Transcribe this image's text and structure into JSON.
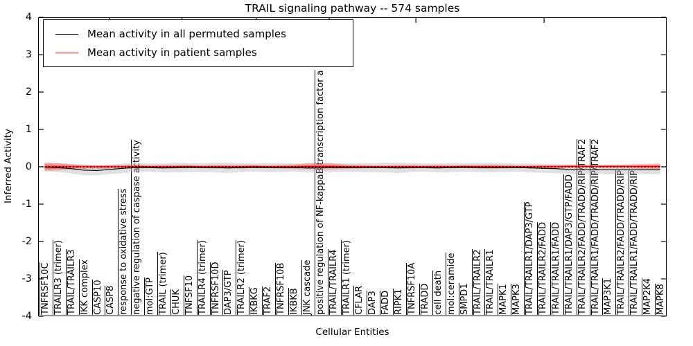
{
  "title": "TRAIL signaling pathway -- 574 samples",
  "axes": {
    "ylabel": "Inferred Activity",
    "xlabel": "Cellular Entities",
    "ytick_labels": [
      "4",
      "3",
      "2",
      "1",
      "0",
      "-1",
      "-2",
      "-3",
      "-4"
    ],
    "ytick_values": [
      4,
      3,
      2,
      1,
      0,
      -1,
      -2,
      -3,
      -4
    ],
    "ylim": [
      -4,
      4
    ],
    "top_tick_fracs": [
      0.114,
      0.229,
      0.347,
      0.463,
      0.601,
      0.805
    ]
  },
  "legend": {
    "items": [
      {
        "label": "Mean activity in all permuted samples",
        "color": "#000000"
      },
      {
        "label": "Mean activity in patient samples",
        "color": "#ff0000"
      }
    ]
  },
  "style": {
    "band_gray": "#bbbbbb",
    "band_gray_opacity": 0.45,
    "band_red": "#ff2a2a",
    "band_red_outer_opacity": 0.28,
    "band_red_inner_opacity": 0.45,
    "line_black": "#000000",
    "line_red": "#ff0000",
    "zero_line_color": "#000000"
  },
  "chart_data": {
    "type": "line",
    "title": "TRAIL signaling pathway -- 574 samples",
    "xlabel": "Cellular Entities",
    "ylabel": "Inferred Activity",
    "ylim": [
      -4,
      4
    ],
    "grid": false,
    "legend_position": "upper left",
    "zero_reference_line": 0,
    "categories": [
      "TNFRSF10C",
      "TRAILR3 (trimer)",
      "TRAIL/TRAILR3",
      "IKK complex",
      "CASP10",
      "CASP8",
      "response to oxidative stress",
      "negative regulation of caspase activity",
      "mol:GTP",
      "TRAIL (trimer)",
      "CHUK",
      "TNFSF10",
      "TRAILR4 (trimer)",
      "TNFRSF10D",
      "DAP3/GTP",
      "TRAILR2 (trimer)",
      "IKBKG",
      "TRAF2",
      "TNFRSF10B",
      "IKBKB",
      "JNK cascade",
      "positive regulation of NF-kappaB transcription factor a",
      "TRAIL/TRAILR4",
      "TRAILR1 (trimer)",
      "CFLAR",
      "DAP3",
      "FADD",
      "RIPK1",
      "TNFRSF10A",
      "TRADD",
      "cell death",
      "mol:ceramide",
      "SMPD1",
      "TRAIL/TRAILR2",
      "TRAIL/TRAILR1",
      "MAPK1",
      "MAPK3",
      "TRAIL/TRAILR1/DAP3/GTP",
      "TRAIL/TRAILR2/FADD",
      "TRAIL/TRAILR1/FADD",
      "TRAIL/TRAILR1/DAP3/GTP/FADD",
      "TRAIL/TRAILR2/FADD/TRADD/RIP/TRAF2",
      "TRAIL/TRAILR1/FADD/TRADD/RIP/TRAF2",
      "MAP3K1",
      "TRAIL/TRAILR2/FADD/TRADD/RIP",
      "TRAIL/TRAILR1/FADD/TRADD/RIP",
      "MAP2K4",
      "MAPK8"
    ],
    "series": [
      {
        "name": "Mean activity in all permuted samples",
        "color": "#000000",
        "values": [
          -0.01,
          -0.02,
          -0.05,
          -0.09,
          -0.1,
          -0.07,
          -0.04,
          -0.02,
          -0.02,
          -0.03,
          -0.02,
          -0.02,
          -0.02,
          -0.02,
          -0.03,
          -0.02,
          -0.02,
          -0.02,
          -0.02,
          -0.02,
          -0.03,
          -0.03,
          -0.02,
          -0.02,
          -0.02,
          -0.02,
          -0.02,
          -0.03,
          -0.02,
          -0.02,
          -0.03,
          -0.02,
          -0.02,
          -0.02,
          -0.02,
          -0.02,
          -0.02,
          -0.03,
          -0.04,
          -0.05,
          -0.07,
          -0.08,
          -0.08,
          -0.08,
          -0.08,
          -0.08,
          -0.08,
          -0.08
        ],
        "band_halfwidth": [
          0.1,
          0.12,
          0.13,
          0.14,
          0.13,
          0.12,
          0.13,
          0.12,
          0.11,
          0.12,
          0.13,
          0.12,
          0.12,
          0.13,
          0.14,
          0.12,
          0.11,
          0.12,
          0.12,
          0.11,
          0.12,
          0.13,
          0.12,
          0.11,
          0.12,
          0.12,
          0.13,
          0.14,
          0.12,
          0.11,
          0.12,
          0.12,
          0.11,
          0.12,
          0.13,
          0.12,
          0.11,
          0.12,
          0.12,
          0.12,
          0.12,
          0.12,
          0.11,
          0.12,
          0.12,
          0.11,
          0.12,
          0.12
        ]
      },
      {
        "name": "Mean activity in patient samples",
        "color": "#ff0000",
        "values": [
          0.0,
          0.0,
          0.0,
          0.0,
          0.0,
          0.0,
          0.0,
          0.01,
          0.0,
          0.0,
          0.0,
          0.01,
          0.0,
          0.0,
          0.0,
          0.0,
          0.01,
          0.0,
          0.0,
          0.0,
          0.01,
          0.01,
          0.01,
          0.0,
          0.0,
          0.0,
          0.0,
          0.0,
          0.0,
          0.0,
          0.0,
          0.0,
          0.01,
          0.0,
          0.0,
          0.0,
          0.0,
          0.0,
          0.0,
          0.0,
          0.01,
          0.01,
          0.01,
          0.01,
          0.01,
          0.01,
          0.01,
          0.01
        ],
        "band_halfwidth": [
          0.12,
          0.1,
          0.07,
          0.05,
          0.05,
          0.05,
          0.05,
          0.05,
          0.04,
          0.05,
          0.05,
          0.04,
          0.04,
          0.05,
          0.05,
          0.05,
          0.04,
          0.04,
          0.05,
          0.06,
          0.08,
          0.09,
          0.08,
          0.06,
          0.05,
          0.04,
          0.04,
          0.05,
          0.05,
          0.04,
          0.05,
          0.04,
          0.04,
          0.05,
          0.06,
          0.05,
          0.04,
          0.04,
          0.05,
          0.05,
          0.05,
          0.05,
          0.04,
          0.05,
          0.05,
          0.06,
          0.07,
          0.08
        ]
      }
    ]
  }
}
